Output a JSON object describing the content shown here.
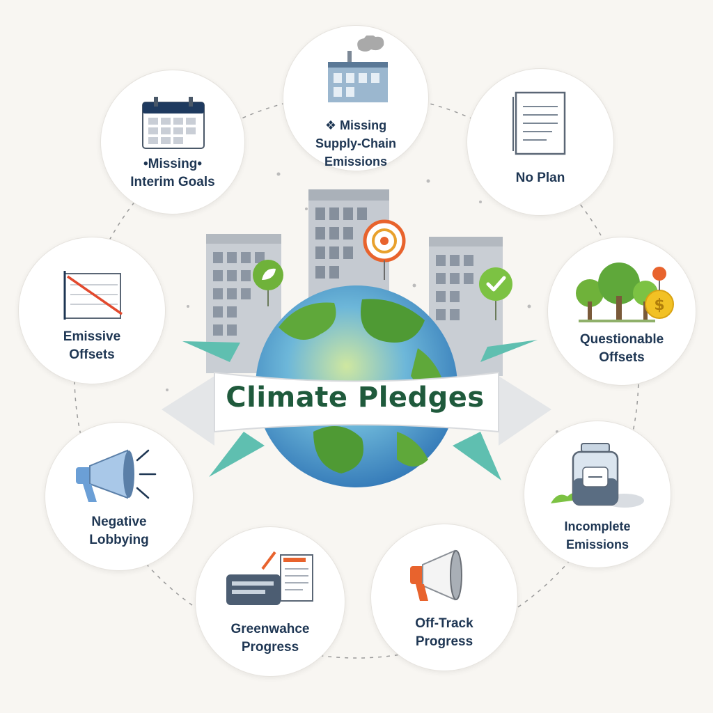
{
  "title": "Climate Pledges",
  "colors": {
    "navy": "#1e3653",
    "title_green": "#1f5a3c",
    "teal": "#5fbfb0",
    "leaf_green": "#6fb23a",
    "ocean_blue": "#3a86c8",
    "orange": "#e8632d"
  },
  "nodes": [
    {
      "id": "supply-chain",
      "label": "❖ Missing\nSupply-Chain Emissions",
      "icon": "factory-icon"
    },
    {
      "id": "interim-goals",
      "label": "•Missing•\nInterim Goals",
      "icon": "calendar-icon"
    },
    {
      "id": "no-plan",
      "label": "No Plan",
      "icon": "document-icon"
    },
    {
      "id": "emissive-offsets",
      "label": "Emissive\nOffsets",
      "icon": "declining-chart-icon"
    },
    {
      "id": "questionable-offsets",
      "label": "Questionable\nOffsets",
      "icon": "trees-coin-icon"
    },
    {
      "id": "negative-lobbying",
      "label": "Negative\nLobbying",
      "icon": "megaphone-icon"
    },
    {
      "id": "incomplete-emissions",
      "label": "Incomplete\nEmissions",
      "icon": "jar-icon"
    },
    {
      "id": "greenwashing-progress",
      "label": "Greenwahce\nProgress",
      "icon": "report-icon"
    },
    {
      "id": "off-track-progress",
      "label": "Off-Track\nProgress",
      "icon": "orange-megaphone-icon"
    }
  ]
}
